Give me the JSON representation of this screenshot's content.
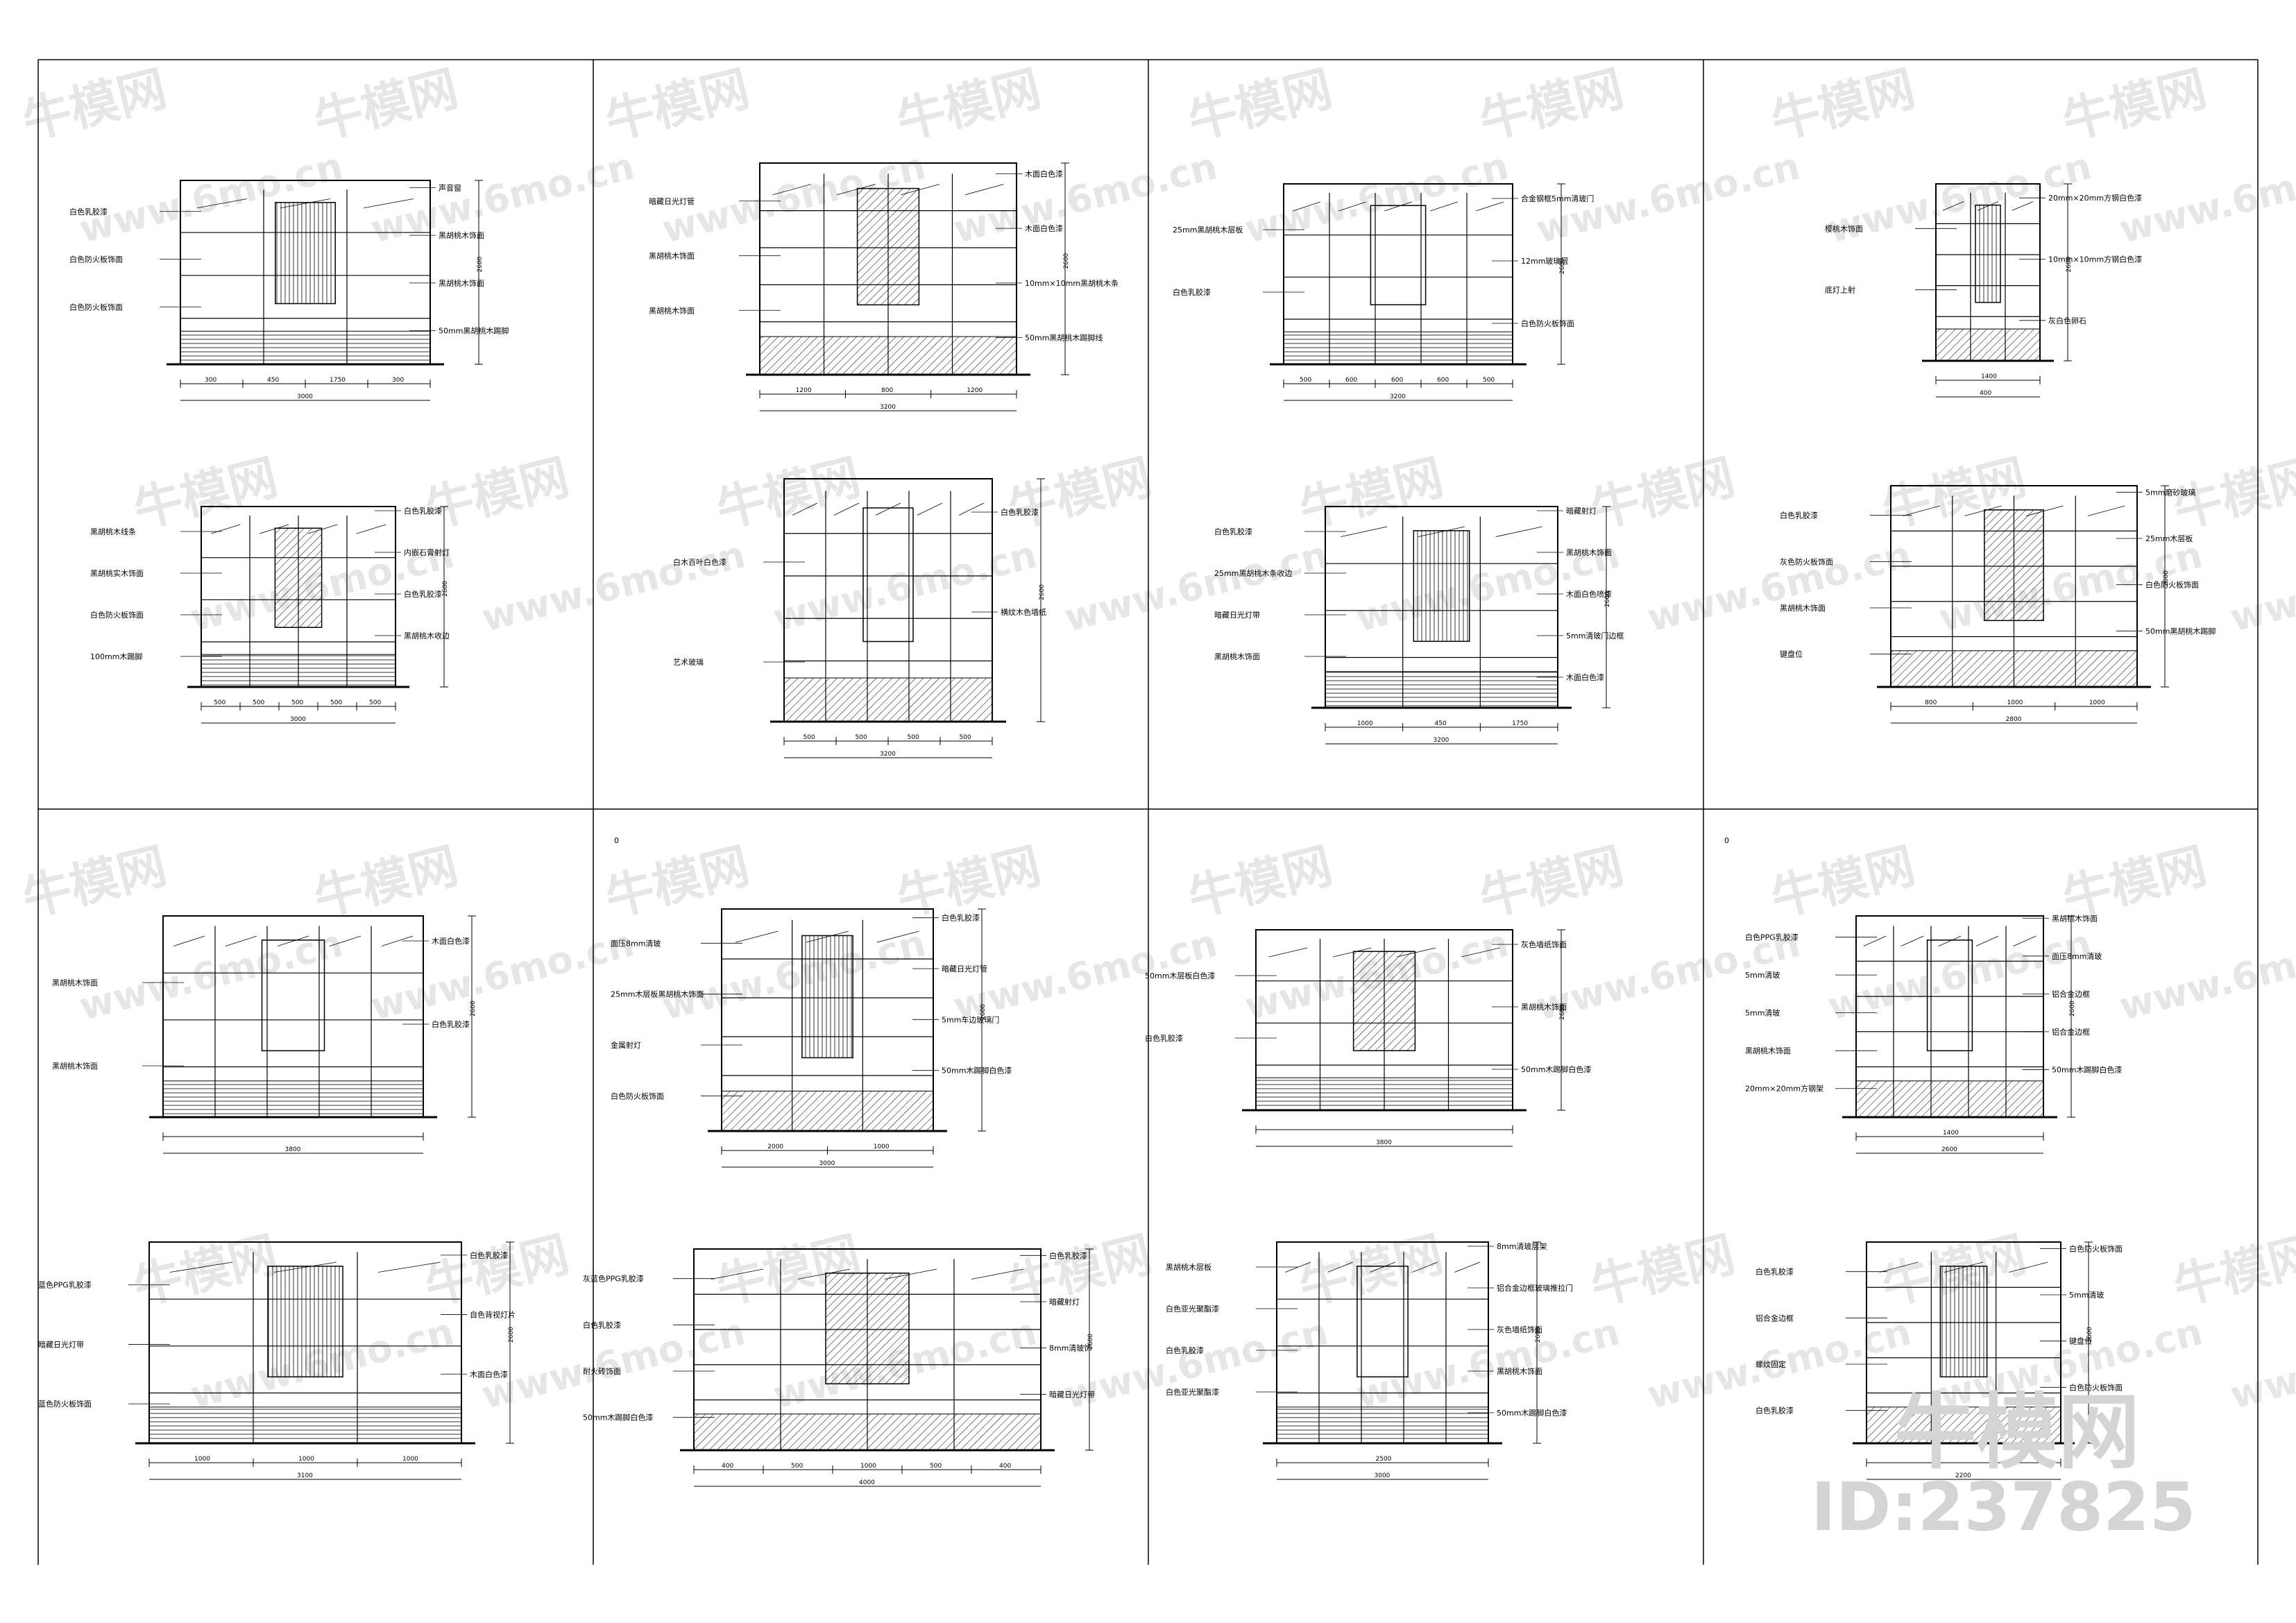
{
  "sheet": {
    "grid_marks": [
      "0",
      "0"
    ],
    "brand_logo": "牛模网",
    "brand_id": "ID:237825",
    "watermark_cn": "牛模网",
    "watermark_url": "www.6mo.cn"
  },
  "drawings": [
    {
      "id": "d1",
      "labels": [
        "声音窗",
        "白色乳胶漆",
        "黑胡桃木饰面",
        "白色防火板饰面",
        "黑胡桃木饰面",
        "白色防火板饰面",
        "50mm黑胡桃木踢脚"
      ],
      "dims": [
        "300",
        "450",
        "1750",
        "300",
        "3000"
      ],
      "vdims": [
        "2600"
      ]
    },
    {
      "id": "d2",
      "labels": [
        "木面白色漆",
        "暗藏日光灯管",
        "木面白色漆",
        "黑胡桃木饰面",
        "10mm×10mm黑胡桃木条",
        "黑胡桃木饰面",
        "50mm黑胡桃木踢脚线"
      ],
      "dims": [
        "1200",
        "800",
        "1200",
        "3200"
      ],
      "vdims": [
        "2600"
      ]
    },
    {
      "id": "d3",
      "labels": [
        "合金钢框5mm清玻门",
        "25mm黑胡桃木层板",
        "12mm玻璃层",
        "白色乳胶漆",
        "白色防火板饰面"
      ],
      "dims": [
        "500",
        "600",
        "600",
        "600",
        "500",
        "3200"
      ],
      "vdims": [
        "2600"
      ]
    },
    {
      "id": "d4",
      "labels": [
        "20mm×20mm方钢白色漆",
        "樱桃木饰面",
        "10mm×10mm方钢白色漆",
        "底灯上射",
        "灰白色卵石"
      ],
      "dims": [
        "1400",
        "400"
      ],
      "vdims": [
        "2600"
      ]
    },
    {
      "id": "d5",
      "labels": [
        "白色乳胶漆",
        "黑胡桃木线条",
        "内嵌石膏射灯",
        "黑胡桃实木饰面",
        "白色乳胶漆",
        "白色防火板饰面",
        "黑胡桃木收边",
        "100mm木踢脚"
      ],
      "dims": [
        "500",
        "500",
        "500",
        "500",
        "500",
        "3000"
      ],
      "vdims": [
        "2600"
      ]
    },
    {
      "id": "d6",
      "labels": [
        "白色乳胶漆",
        "白木百叶白色漆",
        "横纹木色墙纸",
        "艺术玻璃"
      ],
      "dims": [
        "500",
        "500",
        "500",
        "500",
        "3200"
      ],
      "vdims": [
        "2600"
      ]
    },
    {
      "id": "d7",
      "labels": [
        "暗藏射灯",
        "白色乳胶漆",
        "黑胡桃木饰面",
        "25mm黑胡桃木条收边",
        "木面白色喷漆",
        "暗藏日光灯带",
        "5mm清玻门边框",
        "黑胡桃木饰面",
        "木面白色漆"
      ],
      "dims": [
        "1000",
        "450",
        "1750",
        "3200"
      ],
      "vdims": [
        "2600"
      ]
    },
    {
      "id": "d8",
      "labels": [
        "5mm磨砂玻璃",
        "白色乳胶漆",
        "25mm木层板",
        "灰色防火板饰面",
        "白色防火板饰面",
        "黑胡桃木饰面",
        "50mm黑胡桃木踢脚",
        "键盘位"
      ],
      "dims": [
        "800",
        "1000",
        "1000",
        "2800"
      ],
      "vdims": [
        "2600"
      ]
    },
    {
      "id": "d9",
      "labels": [
        "木面白色漆",
        "黑胡桃木饰面",
        "白色乳胶漆",
        "黑胡桃木饰面"
      ],
      "dims": [
        "3800"
      ],
      "vdims": [
        "2600"
      ]
    },
    {
      "id": "d10",
      "labels": [
        "白色乳胶漆",
        "面压8mm清玻",
        "暗藏日光灯管",
        "25mm木层板黑胡桃木饰面",
        "5mm车边玻璃门",
        "金属射灯",
        "50mm木踢脚白色漆",
        "白色防火板饰面"
      ],
      "dims": [
        "2000",
        "1000",
        "3000"
      ],
      "vdims": [
        "2600"
      ]
    },
    {
      "id": "d11",
      "labels": [
        "灰色墙纸饰面",
        "50mm木层板白色漆",
        "黑胡桃木饰面",
        "白色乳胶漆",
        "50mm木踢脚白色漆"
      ],
      "dims": [
        "3800"
      ],
      "vdims": [
        "2600"
      ]
    },
    {
      "id": "d12",
      "labels": [
        "黑胡桃木饰面",
        "白色PPG乳胶漆",
        "面压8mm清玻",
        "5mm清玻",
        "铝合金边框",
        "5mm清玻",
        "铝合金边框",
        "黑胡桃木饰面",
        "50mm木踢脚白色漆",
        "20mm×20mm方钢架"
      ],
      "dims": [
        "1400",
        "2600"
      ],
      "vdims": [
        "2600"
      ]
    },
    {
      "id": "d13",
      "labels": [
        "白色乳胶漆",
        "蓝色PPG乳胶漆",
        "自色背视灯片",
        "暗藏日光灯带",
        "木面白色漆",
        "蓝色防火板饰面"
      ],
      "dims": [
        "1000",
        "1000",
        "1000",
        "3100"
      ],
      "vdims": [
        "2600"
      ]
    },
    {
      "id": "d14",
      "labels": [
        "白色乳胶漆",
        "灰蓝色PPG乳胶漆",
        "暗藏射灯",
        "白色乳胶漆",
        "8mm清玻饰",
        "耐火砖饰面",
        "暗藏日光灯带",
        "50mm木踢脚白色漆"
      ],
      "dims": [
        "400",
        "500",
        "1000",
        "500",
        "400",
        "4000"
      ],
      "vdims": [
        "2600"
      ]
    },
    {
      "id": "d15",
      "labels": [
        "8mm清玻层架",
        "黑胡桃木层板",
        "铝合金边框玻璃推拉门",
        "白色亚光聚酯漆",
        "灰色墙纸饰面",
        "白色乳胶漆",
        "黑胡桃木饰面",
        "白色亚光聚酯漆",
        "50mm木踢脚白色漆"
      ],
      "dims": [
        "2500",
        "3000"
      ],
      "vdims": [
        "2600"
      ]
    },
    {
      "id": "d16",
      "labels": [
        "白色防火板饰面",
        "白色乳胶漆",
        "5mm清玻",
        "铝合金边框",
        "键盘位",
        "螺纹固定",
        "白色防火板饰面",
        "白色乳胶漆"
      ],
      "dims": [
        "2200"
      ],
      "vdims": [
        "2600"
      ]
    }
  ]
}
